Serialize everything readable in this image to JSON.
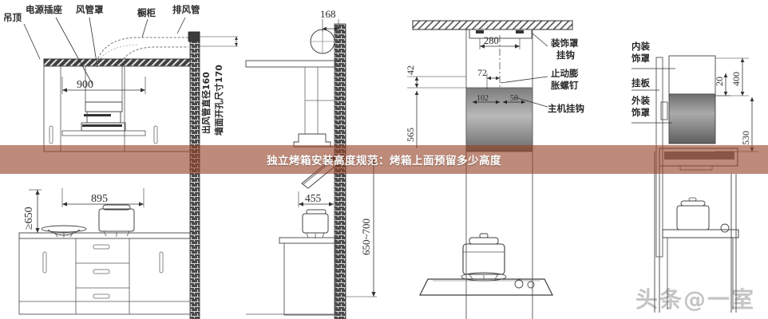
{
  "banner": {
    "text": "独立烤箱安装高度规范：烤箱上面预留多少高度",
    "color": "#964226"
  },
  "watermark": {
    "text": "头条@一室"
  },
  "panels": [
    {
      "id": "panel-1",
      "name": "range-hood-elevation-front",
      "labels": {
        "ceiling": "吊顶",
        "power_socket": "电源插座",
        "duct_cover": "风管罩",
        "cabinet": "橱柜",
        "exhaust_duct": "排风管",
        "duct_diameter": "出风管直径160",
        "wall_hole": "墙面开孔尺寸170"
      },
      "dims": {
        "d900": "900",
        "d895": "895",
        "d650": "≥650"
      }
    },
    {
      "id": "panel-2",
      "name": "range-hood-elevation-side",
      "dims": {
        "d168": "168",
        "d455": "455",
        "d650_700": "650~700"
      }
    },
    {
      "id": "panel-3",
      "name": "wall-mount-hook-detail",
      "labels": {
        "cover_hook": "装饰罩",
        "cover_hook2": "挂钩",
        "anchor_bolt": "止动膨",
        "anchor_bolt2": "胀螺钉",
        "main_hook": "主机挂钩"
      },
      "dims": {
        "d280": "280",
        "d72": "72",
        "d42": "42",
        "d565": "565",
        "d102": "102",
        "d50": "50"
      }
    },
    {
      "id": "panel-4",
      "name": "decorative-cover-detail",
      "labels": {
        "inner_cover": "内装",
        "inner_cover2": "饰罩",
        "hanging_plate": "挂板",
        "outer_cover": "外装",
        "outer_cover2": "饰罩"
      },
      "dims": {
        "d20": "20",
        "d400": "400",
        "d530": "530"
      }
    }
  ]
}
